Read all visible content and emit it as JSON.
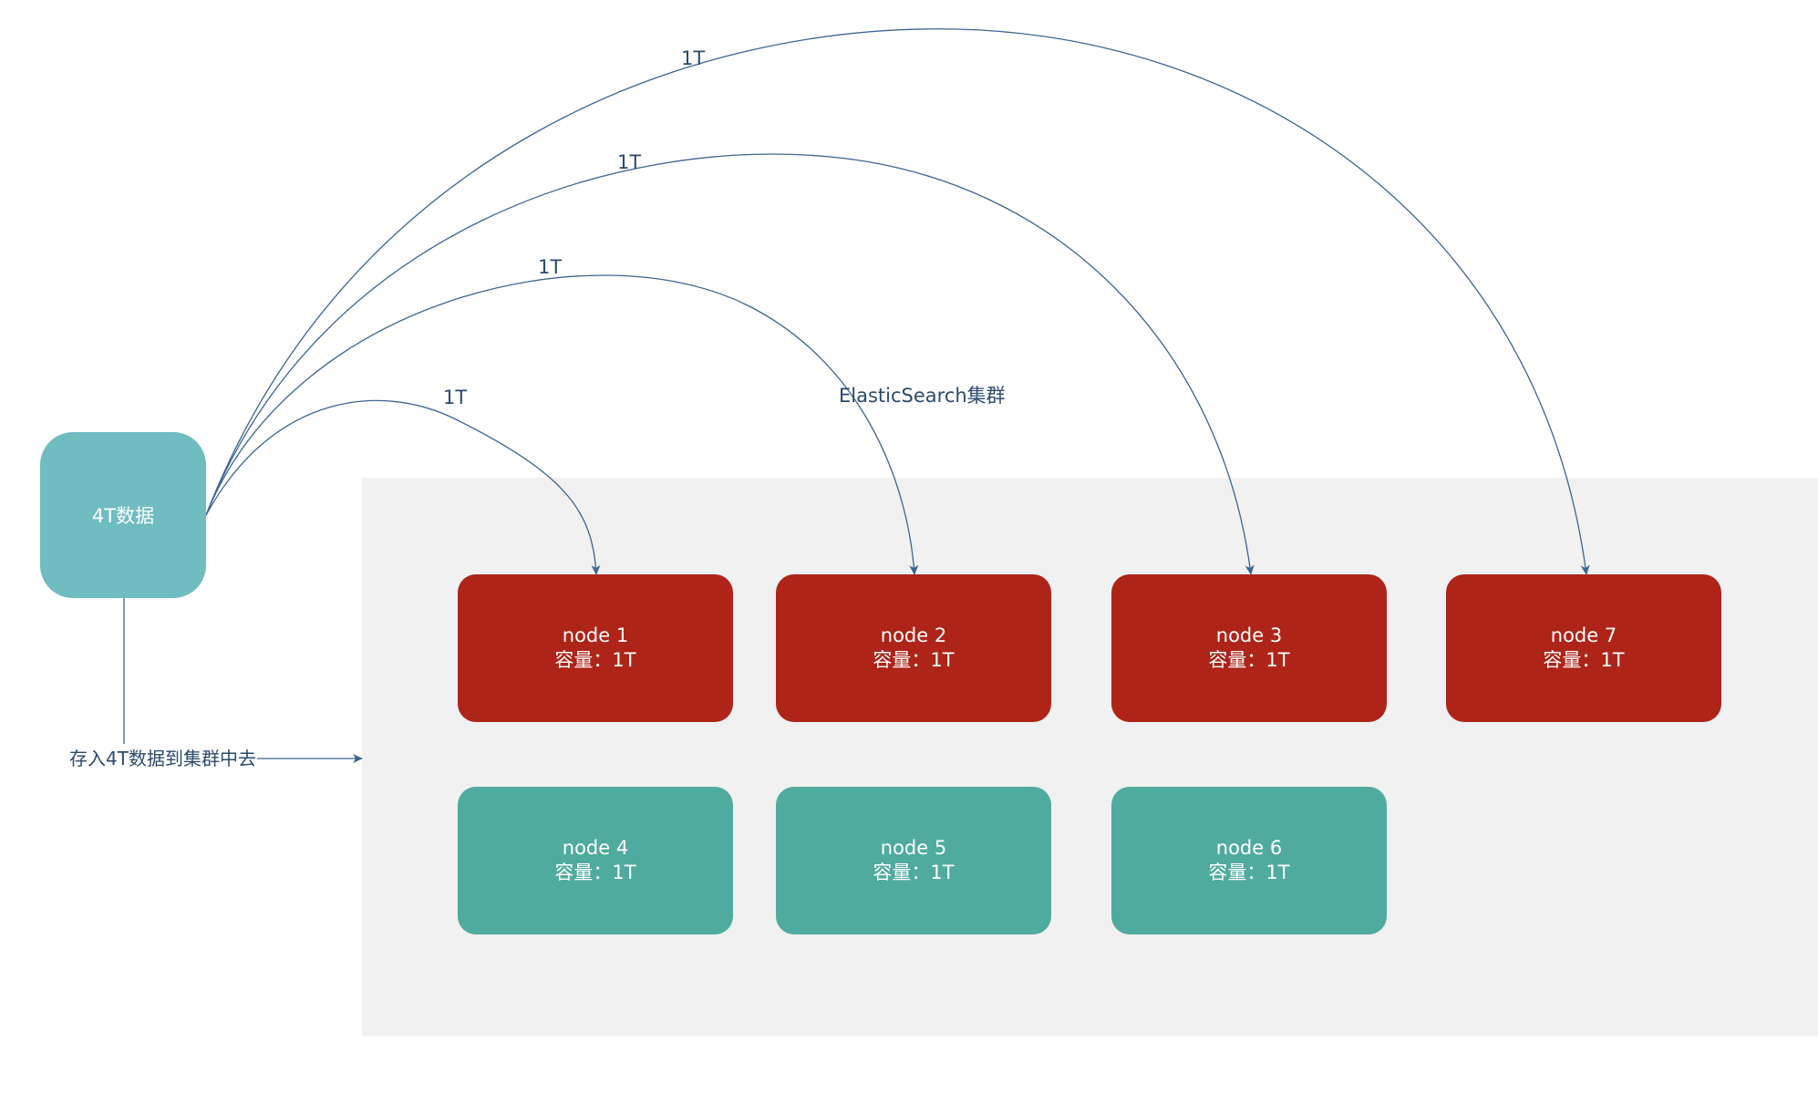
{
  "source": {
    "label": "4T数据"
  },
  "cluster": {
    "label": "ElasticSearch集群"
  },
  "store_edge": {
    "label": "存入4T数据到集群中去"
  },
  "edges": [
    {
      "target": "node 1",
      "label": "1T"
    },
    {
      "target": "node 2",
      "label": "1T"
    },
    {
      "target": "node 3",
      "label": "1T"
    },
    {
      "target": "node 7",
      "label": "1T"
    }
  ],
  "nodes": [
    {
      "id": "n1",
      "name": "node 1",
      "capacity": "容量：1T",
      "state": "red"
    },
    {
      "id": "n2",
      "name": "node 2",
      "capacity": "容量：1T",
      "state": "red"
    },
    {
      "id": "n3",
      "name": "node 3",
      "capacity": "容量：1T",
      "state": "red"
    },
    {
      "id": "n7",
      "name": "node 7",
      "capacity": "容量：1T",
      "state": "red"
    },
    {
      "id": "n4",
      "name": "node 4",
      "capacity": "容量：1T",
      "state": "teal"
    },
    {
      "id": "n5",
      "name": "node 5",
      "capacity": "容量：1T",
      "state": "teal"
    },
    {
      "id": "n6",
      "name": "node 6",
      "capacity": "容量：1T",
      "state": "teal"
    }
  ],
  "colors": {
    "source_fill": "#6fbcc1",
    "active_node_fill": "#ae2419",
    "idle_node_fill": "#4fab9e",
    "cluster_fill": "#f0f1f0",
    "edge_stroke": "#3d6591"
  }
}
